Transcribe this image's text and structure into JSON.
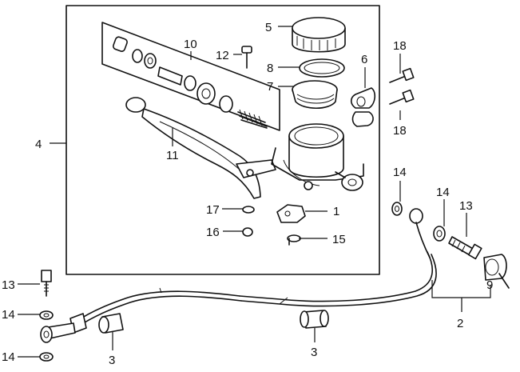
{
  "labels": {
    "p1": "1",
    "p2": "2",
    "p3a": "3",
    "p3b": "3",
    "p4": "4",
    "p5": "5",
    "p6": "6",
    "p7": "7",
    "p8": "8",
    "p9": "9",
    "p10": "10",
    "p11": "11",
    "p12": "12",
    "p13a": "13",
    "p13b": "13",
    "p14a": "14",
    "p14b": "14",
    "p14c": "14",
    "p14d": "14",
    "p15": "15",
    "p16": "16",
    "p17": "17",
    "p18a": "18",
    "p18b": "18"
  }
}
